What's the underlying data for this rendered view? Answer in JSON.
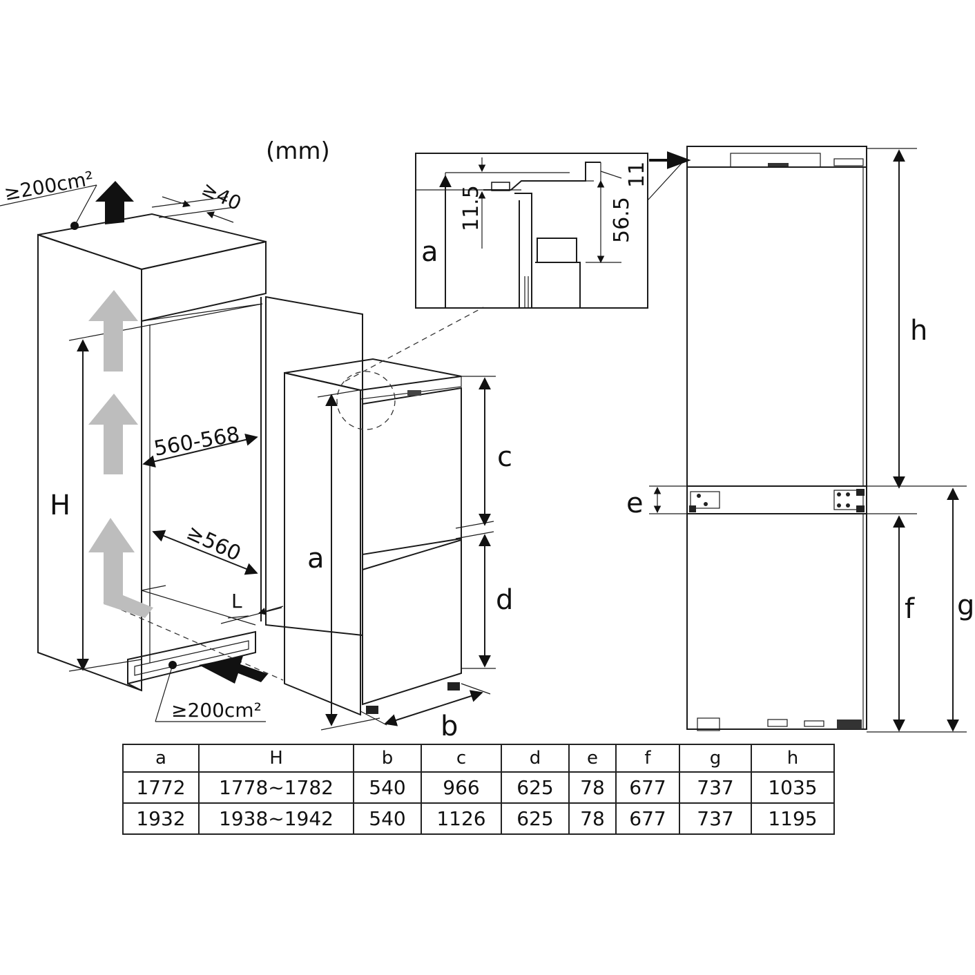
{
  "unit_note": "(mm)",
  "vent_top": "≥200cm²",
  "vent_bottom": "≥200cm²",
  "clearance_top": "≥40",
  "niche_width": "560-568",
  "niche_depth": "≥560",
  "label_H": "H",
  "label_L": "L",
  "label_a": "a",
  "label_b": "b",
  "label_c": "c",
  "label_d": "d",
  "label_e": "e",
  "label_f": "f",
  "label_g": "g",
  "label_h": "h",
  "detail": {
    "label_a": "a",
    "dim_11_5": "11.5",
    "dim_56_5": "56.5",
    "dim_11": "11"
  },
  "table": {
    "headers": [
      "a",
      "H",
      "b",
      "c",
      "d",
      "e",
      "f",
      "g",
      "h"
    ],
    "rows": [
      [
        "1772",
        "1778~1782",
        "540",
        "966",
        "625",
        "78",
        "677",
        "737",
        "1035"
      ],
      [
        "1932",
        "1938~1942",
        "540",
        "1126",
        "625",
        "78",
        "677",
        "737",
        "1195"
      ]
    ]
  }
}
